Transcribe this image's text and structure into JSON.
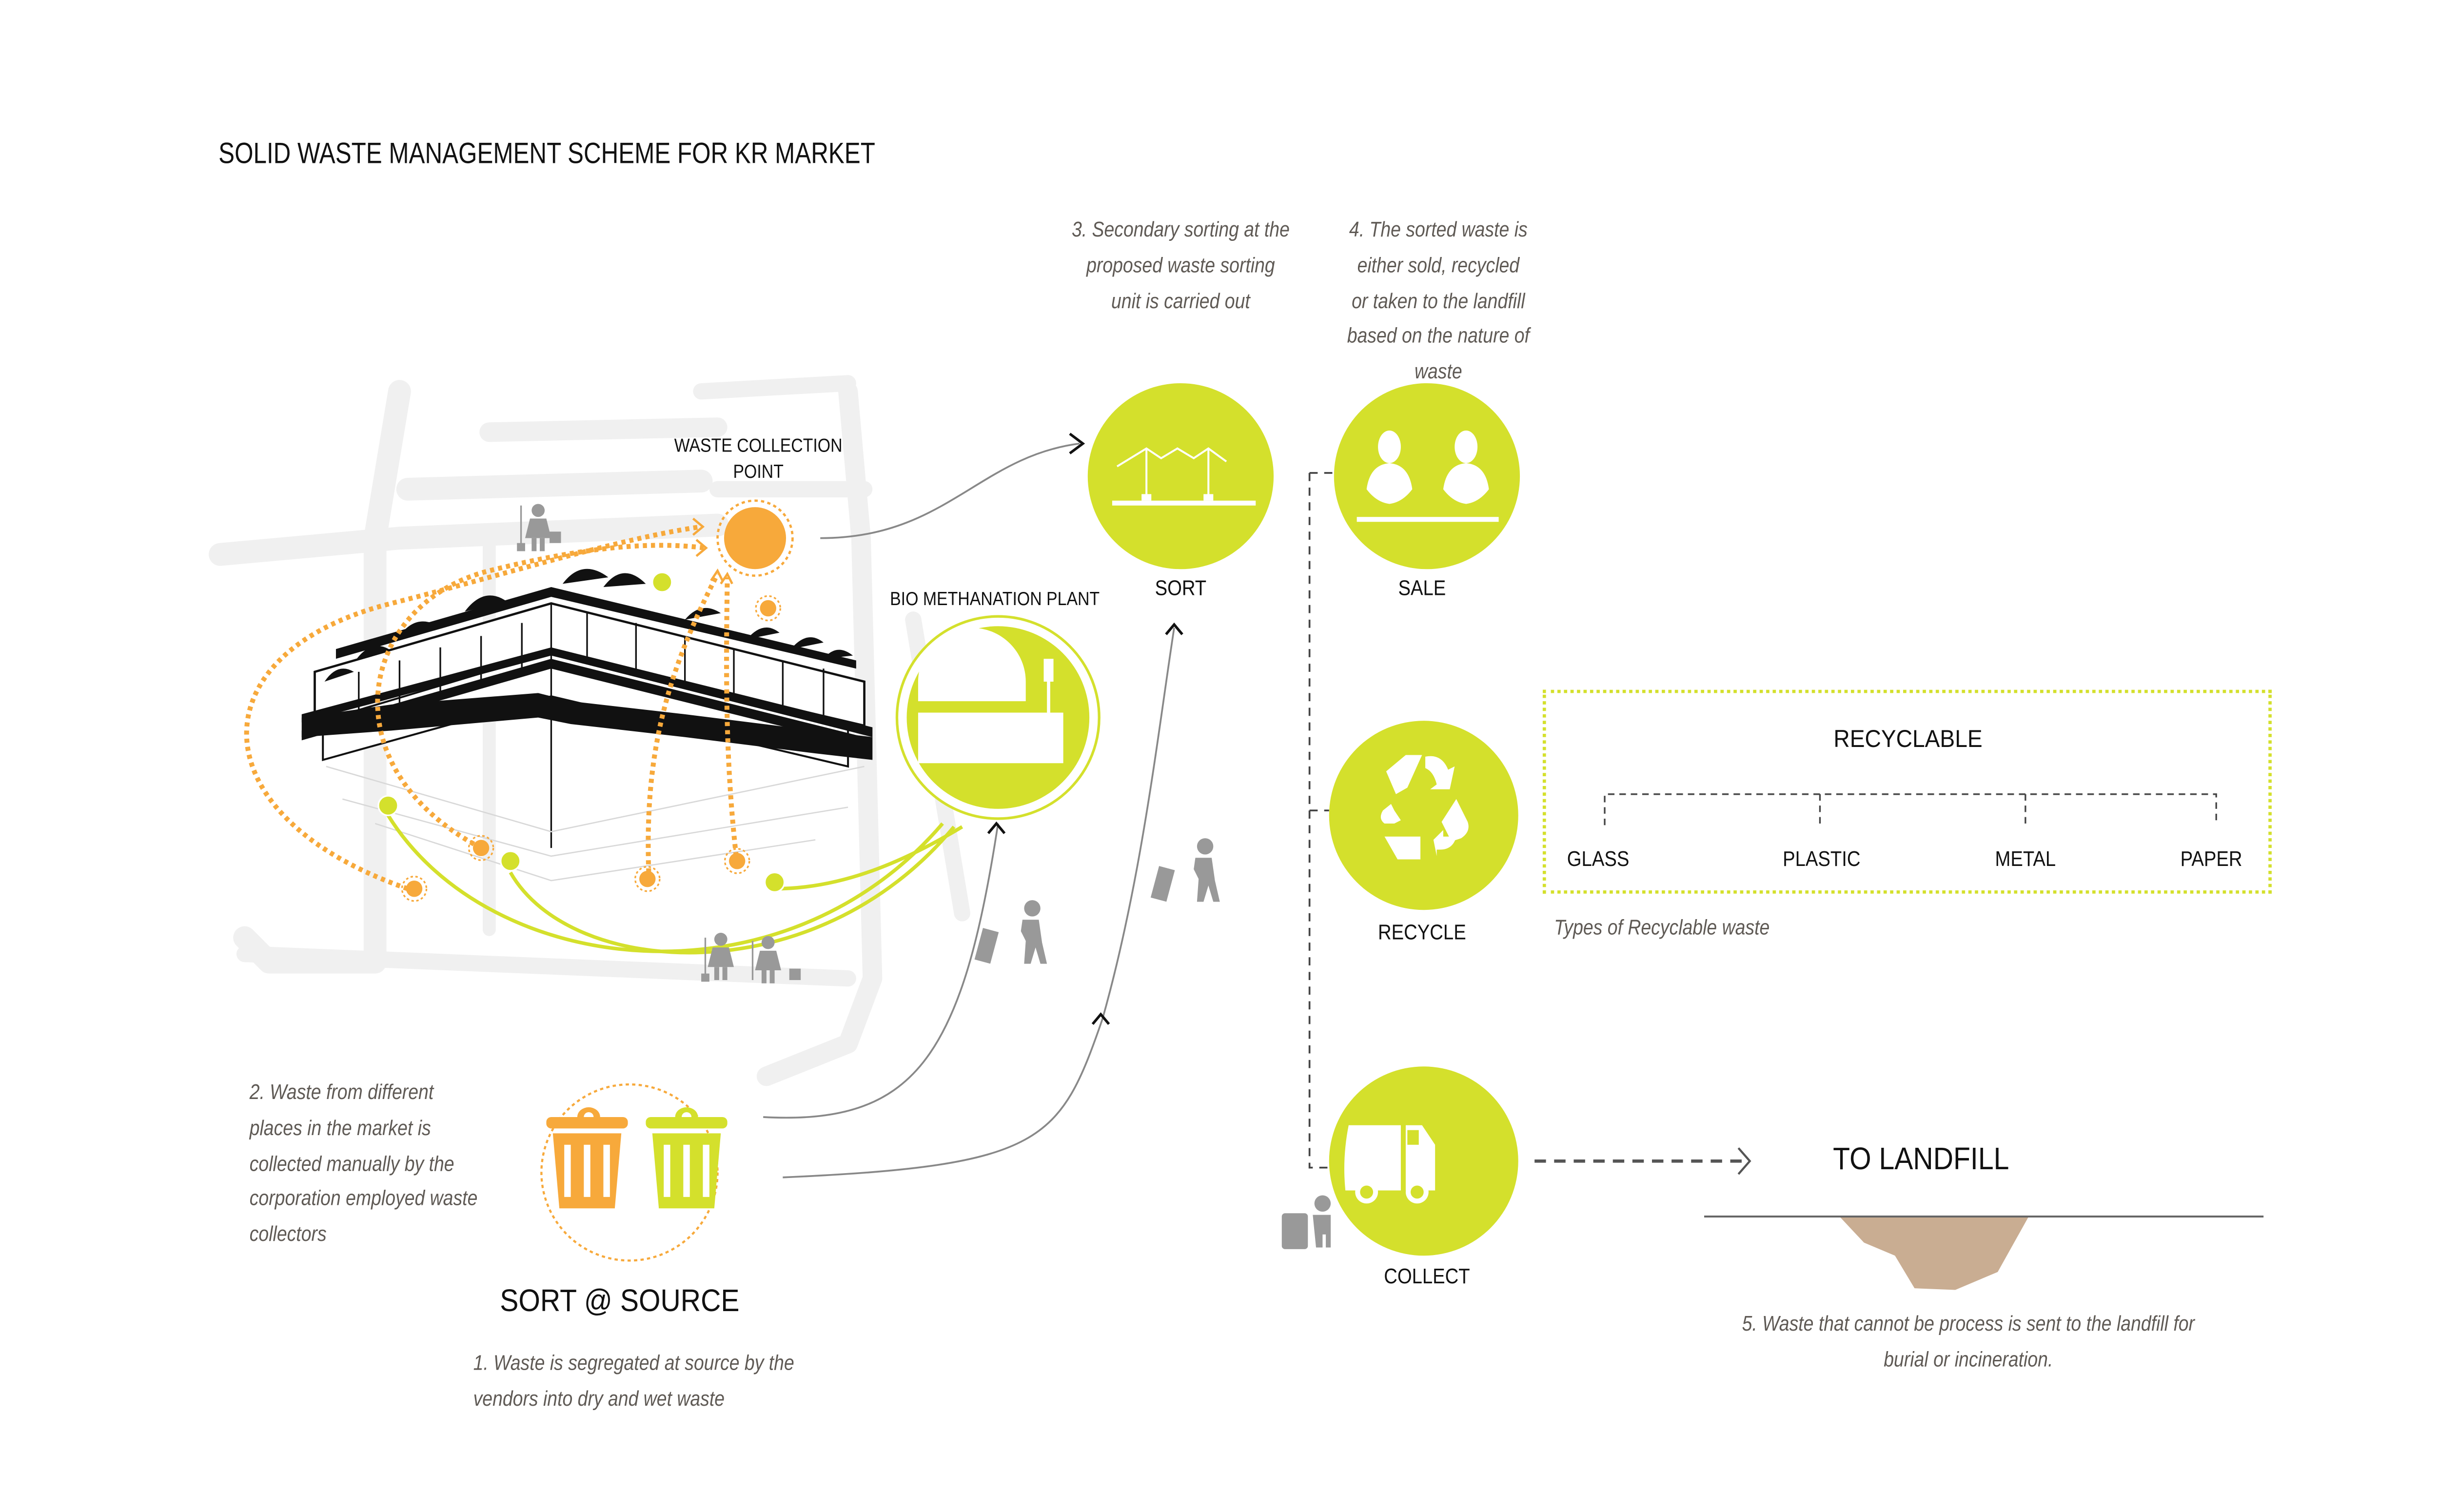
{
  "title": "SOLID WASTE MANAGEMENT SCHEME FOR KR MARKET",
  "colors": {
    "lime": "#d4e02c",
    "orange": "#f7a93b",
    "grey_road": "#f0f0f0",
    "earth": "#c9ad92",
    "text_note": "#5f5a55"
  },
  "market": {
    "collection_point_label_1": "WASTE COLLECTION",
    "collection_point_label_2": "POINT",
    "bio_plant_label": "BIO METHANATION PLANT"
  },
  "steps": {
    "step1": {
      "label": "SORT @ SOURCE",
      "note_lines": [
        "1. Waste is segregated at source by the",
        "vendors into dry and wet waste"
      ],
      "icons": [
        "dry-waste-bin-icon",
        "wet-waste-bin-icon"
      ]
    },
    "step2": {
      "note_lines": [
        "2. Waste from different",
        "places in the market is",
        "collected manually by the",
        "corporation employed waste",
        "collectors"
      ]
    },
    "step3": {
      "label": "SORT",
      "note_lines": [
        "3. Secondary sorting at the",
        "proposed waste sorting",
        "unit is carried out"
      ],
      "icon": "sorting-shed-icon"
    },
    "step4": {
      "note_lines": [
        "4. The sorted waste is",
        "either sold, recycled",
        "or taken to the landfill",
        "based on the nature of",
        "waste"
      ]
    },
    "sale": {
      "label": "SALE",
      "icon": "vendors-icon"
    },
    "recycle": {
      "label": "RECYCLE",
      "icon": "recycle-icon"
    },
    "collect": {
      "label": "COLLECT",
      "icon": "garbage-truck-icon"
    }
  },
  "recyclable": {
    "heading": "RECYCLABLE",
    "types": [
      "GLASS",
      "PLASTIC",
      "METAL",
      "PAPER"
    ],
    "caption": "Types of Recyclable waste"
  },
  "landfill": {
    "label": "TO LANDFILL",
    "note_lines": [
      "5. Waste that cannot be process is sent to the landfill for",
      "burial or incineration."
    ]
  }
}
